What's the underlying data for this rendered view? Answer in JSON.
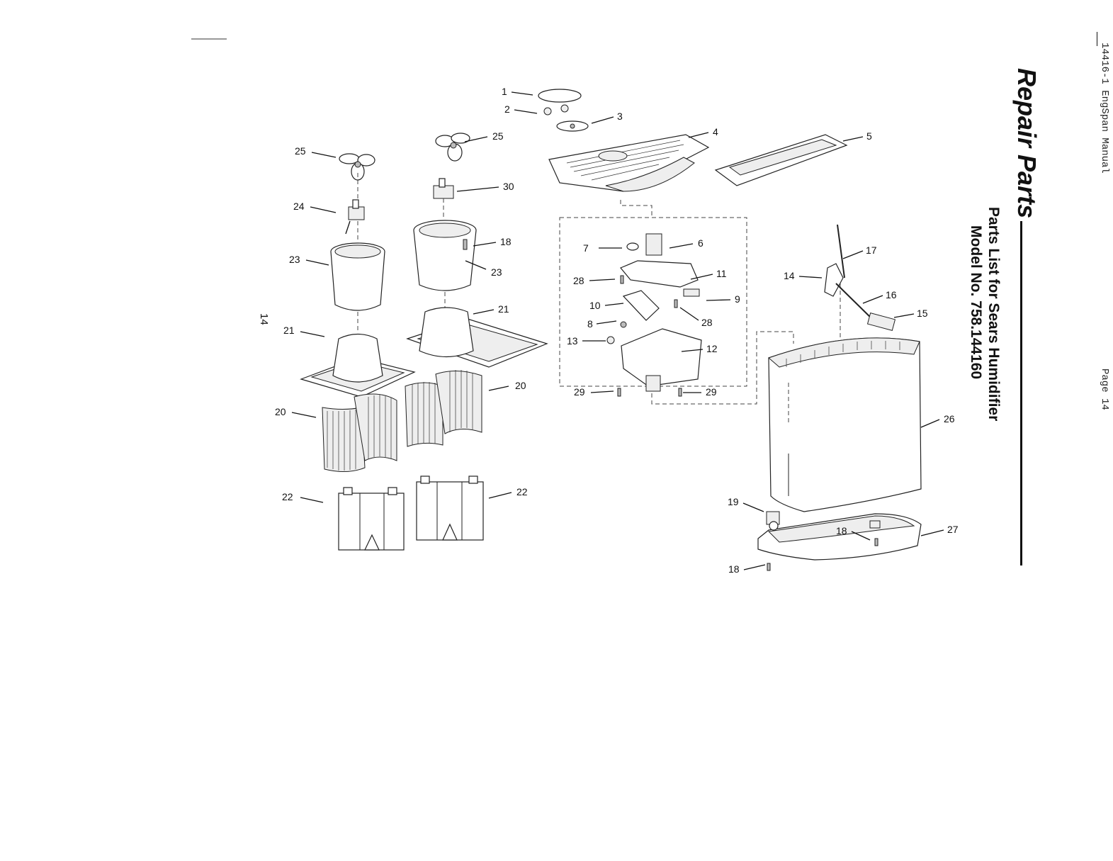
{
  "header": {
    "file_label": "14416-1 EngSpan Manual",
    "page_label": "Page 14"
  },
  "title": {
    "main": "Repair Parts",
    "subtitle": "Parts List for Sears Humidifier",
    "model": "Model No. 758.144160"
  },
  "page_number": "14",
  "callouts": [
    "1",
    "2",
    "3",
    "4",
    "5",
    "6",
    "7",
    "8",
    "9",
    "10",
    "11",
    "12",
    "13",
    "14",
    "15",
    "16",
    "17",
    "18",
    "19",
    "20",
    "21",
    "22",
    "23",
    "24",
    "25",
    "26",
    "27",
    "28",
    "29",
    "30"
  ]
}
